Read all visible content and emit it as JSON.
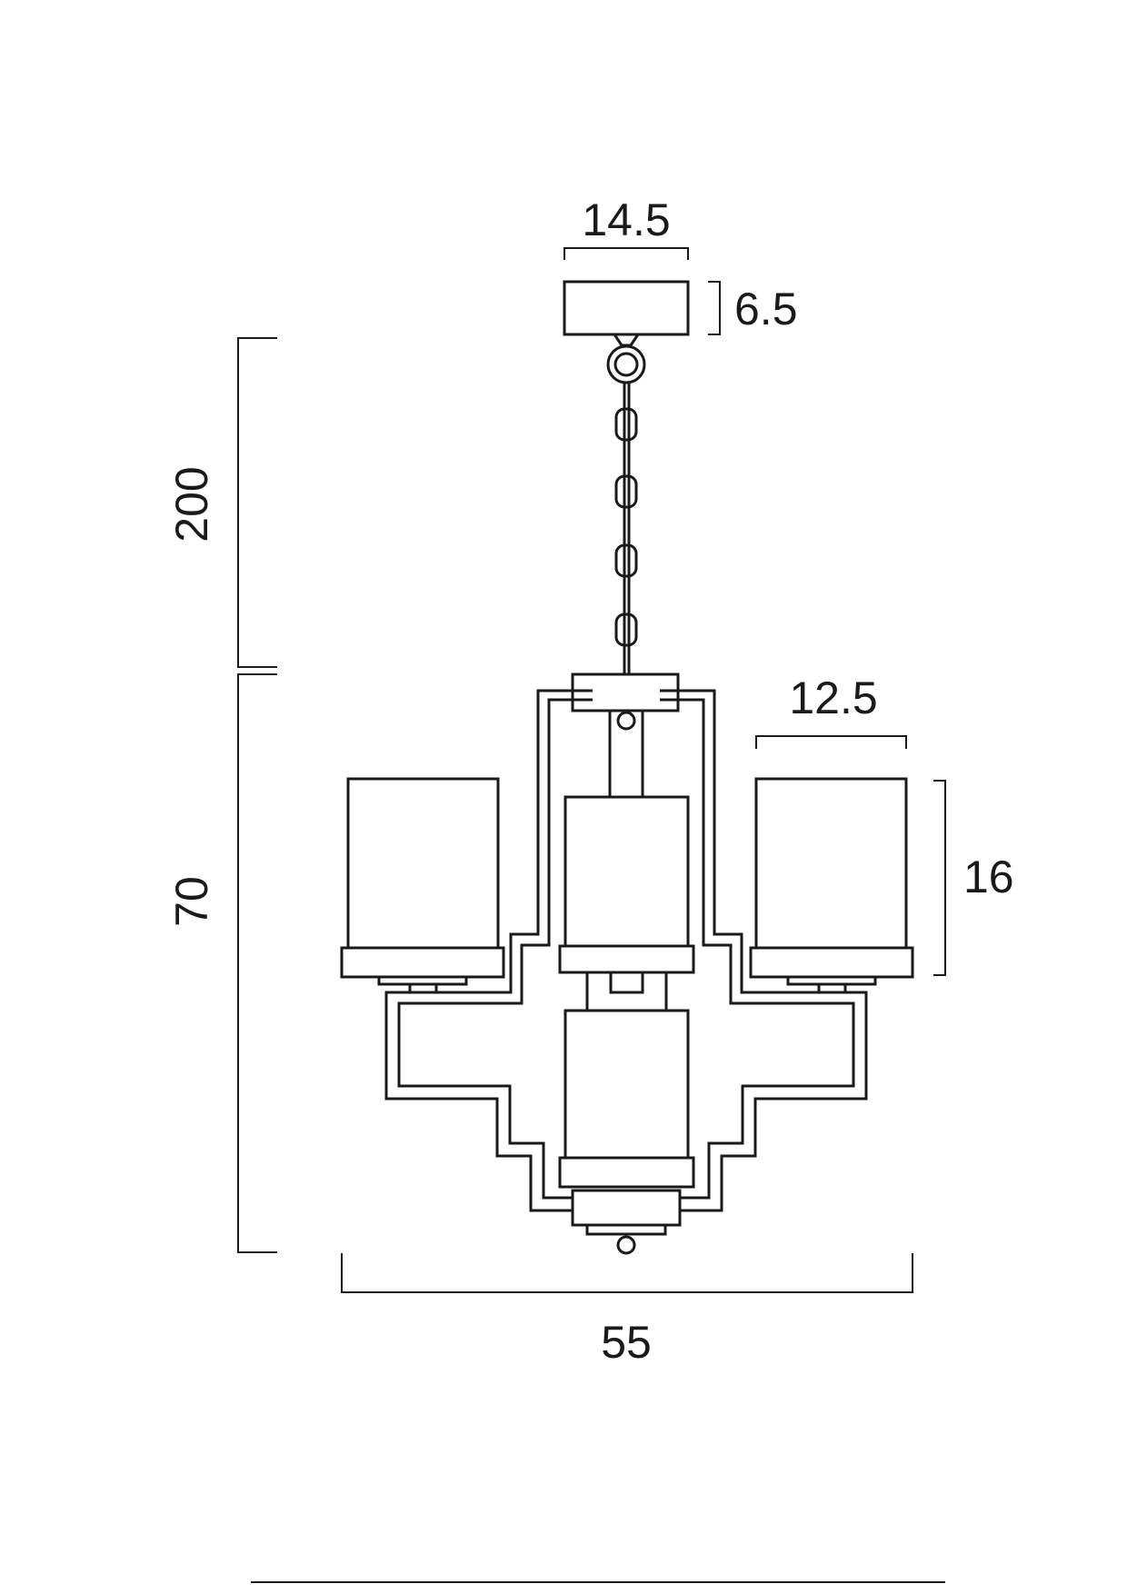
{
  "dimensions": {
    "canopy_width": "14.5",
    "canopy_height": "6.5",
    "chain_length": "200",
    "body_height": "70",
    "shade_width": "12.5",
    "shade_height": "16",
    "overall_width": "55"
  },
  "colors": {
    "line": "#1a1a1a",
    "background": "#ffffff"
  }
}
